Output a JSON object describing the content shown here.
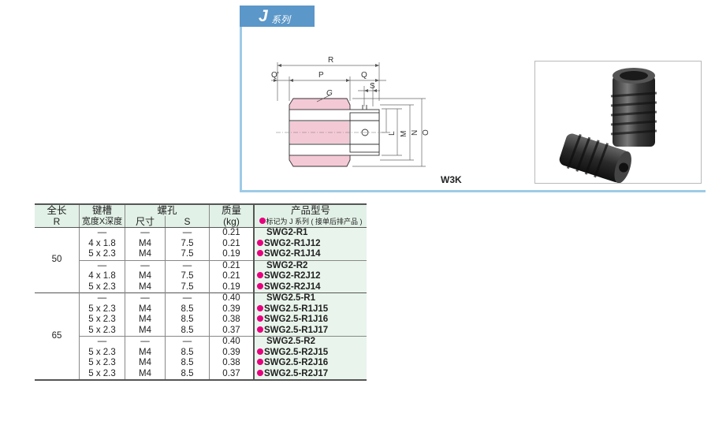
{
  "series_tab": {
    "letter": "J",
    "suffix": "系列"
  },
  "drawing": {
    "dims": {
      "R": "R",
      "Q_prime": "Q'",
      "P": "P",
      "Q": "Q",
      "S": "S",
      "G": "G",
      "L": "L",
      "M": "M",
      "N": "N",
      "O": "O"
    },
    "model_label": "W3K"
  },
  "table": {
    "headers": {
      "length": "全长",
      "length_sym": "R",
      "keyway": "键槽",
      "keyway_sub": "宽度X深度",
      "screw_hole": "螺孔",
      "size": "尺寸",
      "s": "S",
      "mass": "质量",
      "mass_unit": "(kg)",
      "model": "产品型号",
      "model_note": "标记为 J 系列 ( 接单后排产品 )"
    },
    "groups": [
      {
        "R": "50",
        "rows": [
          {
            "keyway": "—",
            "size": "—",
            "s": "—",
            "mass": "0.21",
            "model": "SWG2-R1",
            "dot": false
          },
          {
            "keyway": "4 x 1.8",
            "size": "M4",
            "s": "7.5",
            "mass": "0.21",
            "model": "SWG2-R1J12",
            "dot": true
          },
          {
            "keyway": "5 x 2.3",
            "size": "M4",
            "s": "7.5",
            "mass": "0.19",
            "model": "SWG2-R1J14",
            "dot": true
          },
          {
            "keyway": "—",
            "size": "—",
            "s": "—",
            "mass": "0.21",
            "model": "SWG2-R2",
            "dot": false
          },
          {
            "keyway": "4 x 1.8",
            "size": "M4",
            "s": "7.5",
            "mass": "0.21",
            "model": "SWG2-R2J12",
            "dot": true
          },
          {
            "keyway": "5 x 2.3",
            "size": "M4",
            "s": "7.5",
            "mass": "0.19",
            "model": "SWG2-R2J14",
            "dot": true
          }
        ]
      },
      {
        "R": "65",
        "rows": [
          {
            "keyway": "—",
            "size": "—",
            "s": "—",
            "mass": "0.40",
            "model": "SWG2.5-R1",
            "dot": false
          },
          {
            "keyway": "5 x 2.3",
            "size": "M4",
            "s": "8.5",
            "mass": "0.39",
            "model": "SWG2.5-R1J15",
            "dot": true
          },
          {
            "keyway": "5 x 2.3",
            "size": "M4",
            "s": "8.5",
            "mass": "0.38",
            "model": "SWG2.5-R1J16",
            "dot": true
          },
          {
            "keyway": "5 x 2.3",
            "size": "M4",
            "s": "8.5",
            "mass": "0.37",
            "model": "SWG2.5-R1J17",
            "dot": true
          },
          {
            "keyway": "—",
            "size": "—",
            "s": "—",
            "mass": "0.40",
            "model": "SWG2.5-R2",
            "dot": false
          },
          {
            "keyway": "5 x 2.3",
            "size": "M4",
            "s": "8.5",
            "mass": "0.39",
            "model": "SWG2.5-R2J15",
            "dot": true
          },
          {
            "keyway": "5 x 2.3",
            "size": "M4",
            "s": "8.5",
            "mass": "0.38",
            "model": "SWG2.5-R2J16",
            "dot": true
          },
          {
            "keyway": "5 x 2.3",
            "size": "M4",
            "s": "8.5",
            "mass": "0.37",
            "model": "SWG2.5-R2J17",
            "dot": true
          }
        ]
      }
    ]
  },
  "colors": {
    "accent": "#5b97c8",
    "panel_border": "#9ecbe6",
    "header_bg": "#e2f1e7",
    "dot": "#e6007e",
    "part_fill": "#f4c9d6"
  }
}
